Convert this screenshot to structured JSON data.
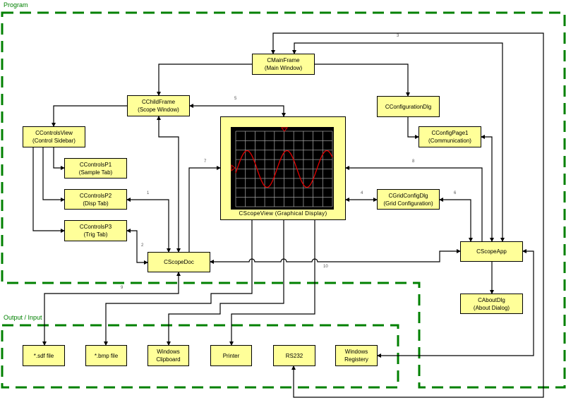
{
  "regions": {
    "program": "Program",
    "output_input": "Output / Input"
  },
  "boxes": {
    "main_frame": [
      "CMainFrame",
      "(Main Window)"
    ],
    "child_frame": [
      "CChildFrame",
      "(Scope Window)"
    ],
    "configuration_dlg": [
      "CConfigurationDlg"
    ],
    "config_page1": [
      "CConfigPage1",
      "(Communication)"
    ],
    "controls_view": [
      "CControlsView",
      "(Control Sidebar)"
    ],
    "controls_p1": [
      "CControlsP1",
      "(Sample Tab)"
    ],
    "controls_p2": [
      "CControlsP2",
      "(Disp Tab)"
    ],
    "controls_p3": [
      "CControlsP3",
      "(Trig Tab)"
    ],
    "grid_config_dlg": [
      "CGridConfigDlg",
      "(Grid Configuration)"
    ],
    "scope_doc": [
      "CScopeDoc"
    ],
    "scope_app": [
      "CScopeApp"
    ],
    "about_dlg": [
      "CAboutDlg",
      "(About Dialog)"
    ],
    "sdf_file": [
      "*.sdf file"
    ],
    "bmp_file": [
      "*.bmp file"
    ],
    "clipboard": [
      "Windows",
      "Clipboard"
    ],
    "printer": [
      "Printer"
    ],
    "rs232": [
      "RS232"
    ],
    "registry": [
      "Windows",
      "Registery"
    ]
  },
  "scope_view": {
    "caption": "CScopeView (Graphical  Display)",
    "trace_color": "#e00000"
  },
  "connection_numbers": [
    "1",
    "2",
    "3",
    "4",
    "5",
    "6",
    "7",
    "8",
    "9",
    "10"
  ],
  "colors": {
    "box_fill": "#ffff99",
    "region_border": "#008000"
  }
}
